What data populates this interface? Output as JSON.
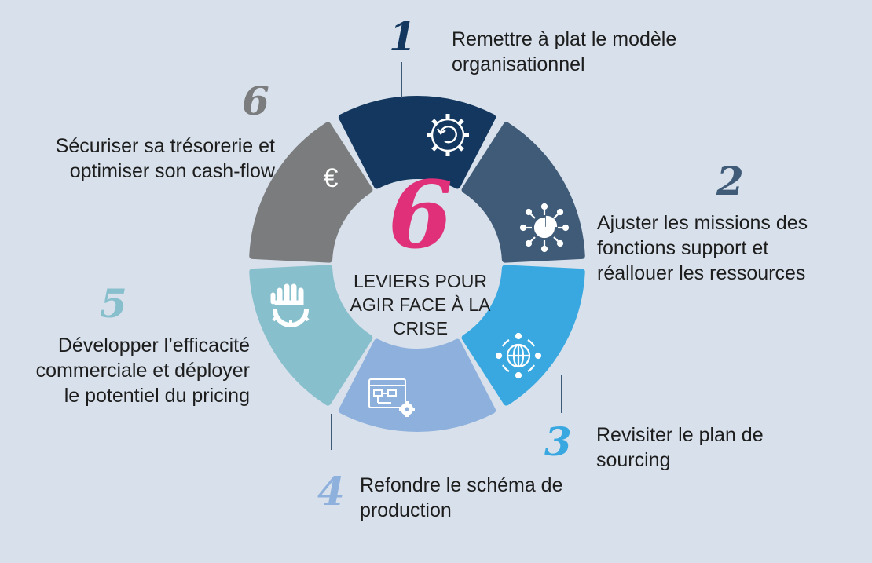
{
  "center": {
    "number": "6",
    "caption": "LEVIERS POUR AGIR FACE À LA CRISE"
  },
  "colors": {
    "background": "#d8e1eb",
    "center_number": "#e0307a",
    "lever1": "#13375e",
    "lever2": "#3f5b78",
    "lever3": "#3aa8e0",
    "lever4": "#8eb0dc",
    "lever5": "#87bfcc",
    "lever6": "#7b7c7e"
  },
  "levers": [
    {
      "number": "1",
      "label": "Remettre à plat le modèle organisationnel",
      "icon": "gear-refresh-icon"
    },
    {
      "number": "2",
      "label": "Ajuster les missions des fonctions support et réallouer les ressources",
      "icon": "network-pie-icon"
    },
    {
      "number": "3",
      "label": "Revisiter le plan de sourcing",
      "icon": "globe-target-icon"
    },
    {
      "number": "4",
      "label": "Refondre le schéma de production",
      "icon": "blueprint-gear-icon"
    },
    {
      "number": "5",
      "label": "Développer l’efficacité commerciale et déployer le potentiel du pricing",
      "icon": "hand-gear-icon"
    },
    {
      "number": "6",
      "label": "Sécuriser sa trésorerie et optimiser son cash-flow",
      "icon": "euro-icon"
    }
  ]
}
